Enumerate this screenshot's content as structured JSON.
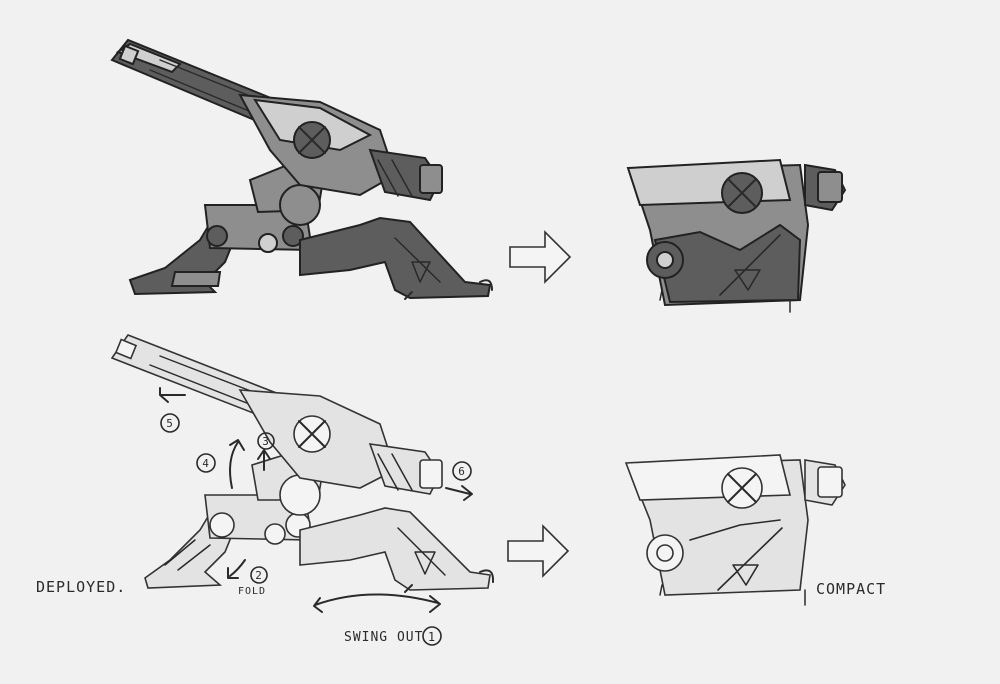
{
  "labels": {
    "deployed": "DEPLOYED.",
    "compact": "COMPACT",
    "fold": "FOLD",
    "swing_out": "SWING OUT"
  },
  "steps": [
    "1",
    "2",
    "3",
    "4",
    "5",
    "6"
  ],
  "colors": {
    "paper": "#f1f1f1",
    "ink": "#2a2a2a",
    "shade_dark": "#5d5d5d",
    "shade_mid": "#8e8e8e",
    "shade_light": "#cfcfcf"
  }
}
